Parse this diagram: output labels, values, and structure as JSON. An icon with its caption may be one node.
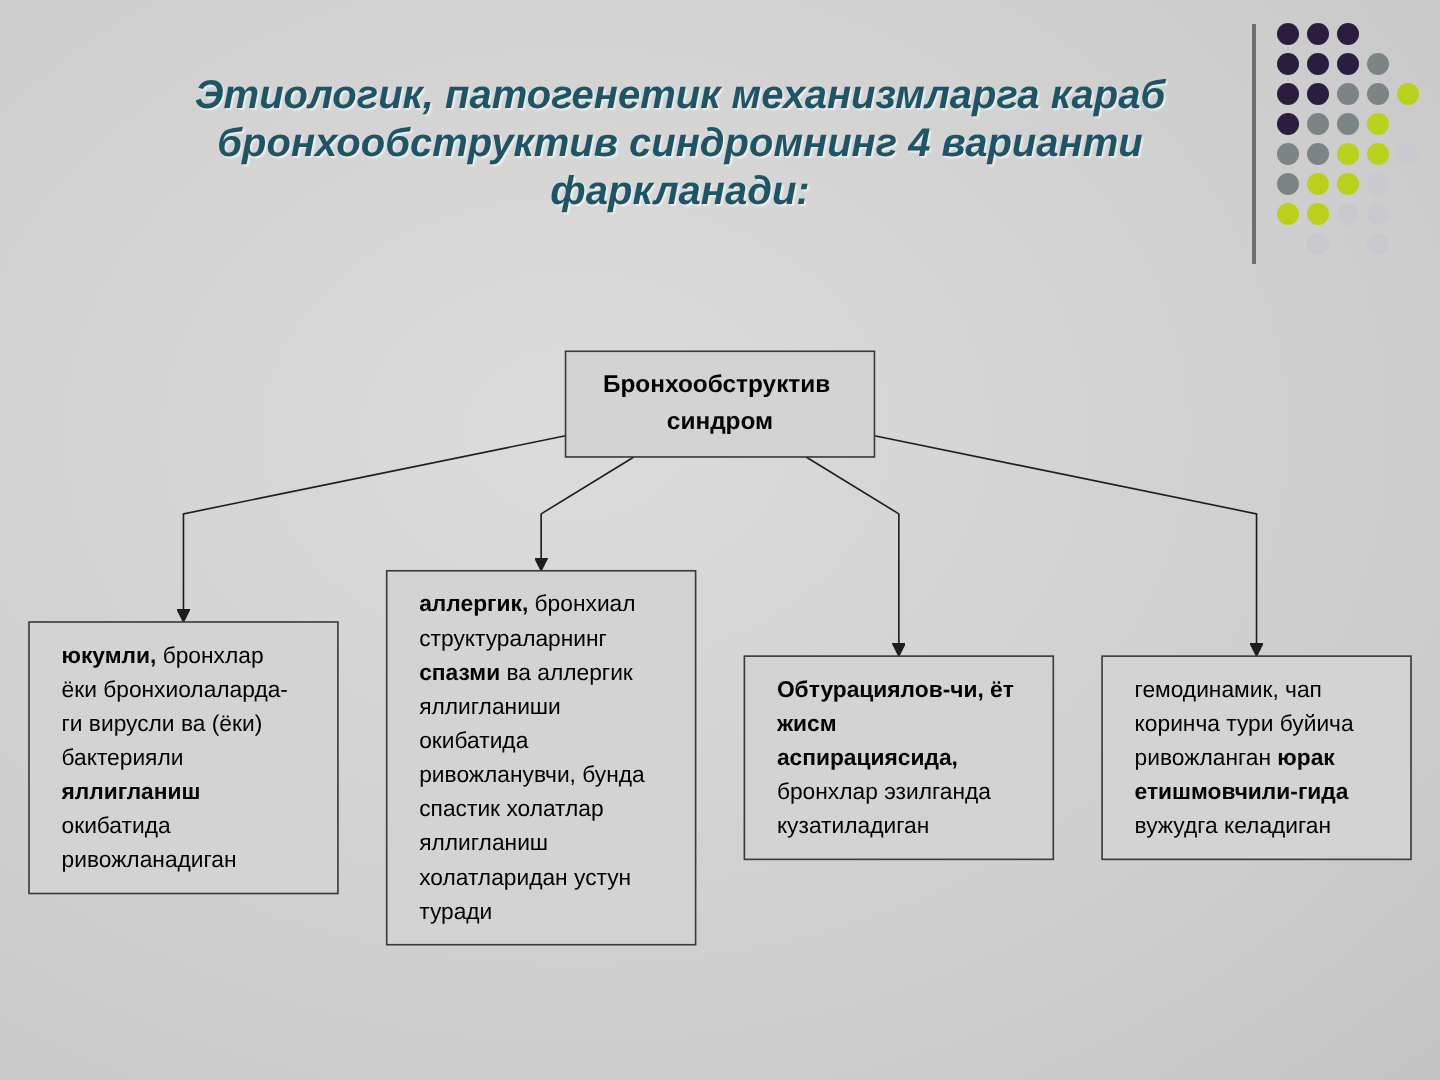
{
  "diagram": {
    "title": "Этиологик, патогенетик механизмларга караб бронхообструктив синдромнинг 4 варианти фаркланади:",
    "nodes": [
      {
        "text": [
          "Бронхообструктив синдром"
        ]
      },
      {
        "text": [
          "**юкумли,** бронхлар ёки бронхиолаларда-ги вирусли ва (ёки) бактерияли **яллигланиш** окибатида ривожланадиган"
        ]
      },
      {
        "text": [
          "**аллергик,** бронхиал структураларнинг **спазми** ва аллергик яллигланиши окибатида ривожланувчи, бунда спастик холатлар яллигланиш холатларидан устун туради"
        ]
      },
      {
        "text": [
          "**Обтурациялов-чи, ёт жисм аспирациясида,** бронхлар эзилганда кузатиладиган"
        ]
      },
      {
        "text": [
          "гемодинамик, чап коринча тури буйича ривожланган **юрак етишмовчили-гида** вужудга келадиган"
        ]
      }
    ],
    "edges": [
      {
        "from": 0,
        "to": 1,
        "arrow": "to"
      },
      {
        "from": 0,
        "to": 2,
        "arrow": "to"
      },
      {
        "from": 0,
        "to": 3,
        "arrow": "to"
      },
      {
        "from": 0,
        "to": 4,
        "arrow": "to"
      }
    ]
  }
}
